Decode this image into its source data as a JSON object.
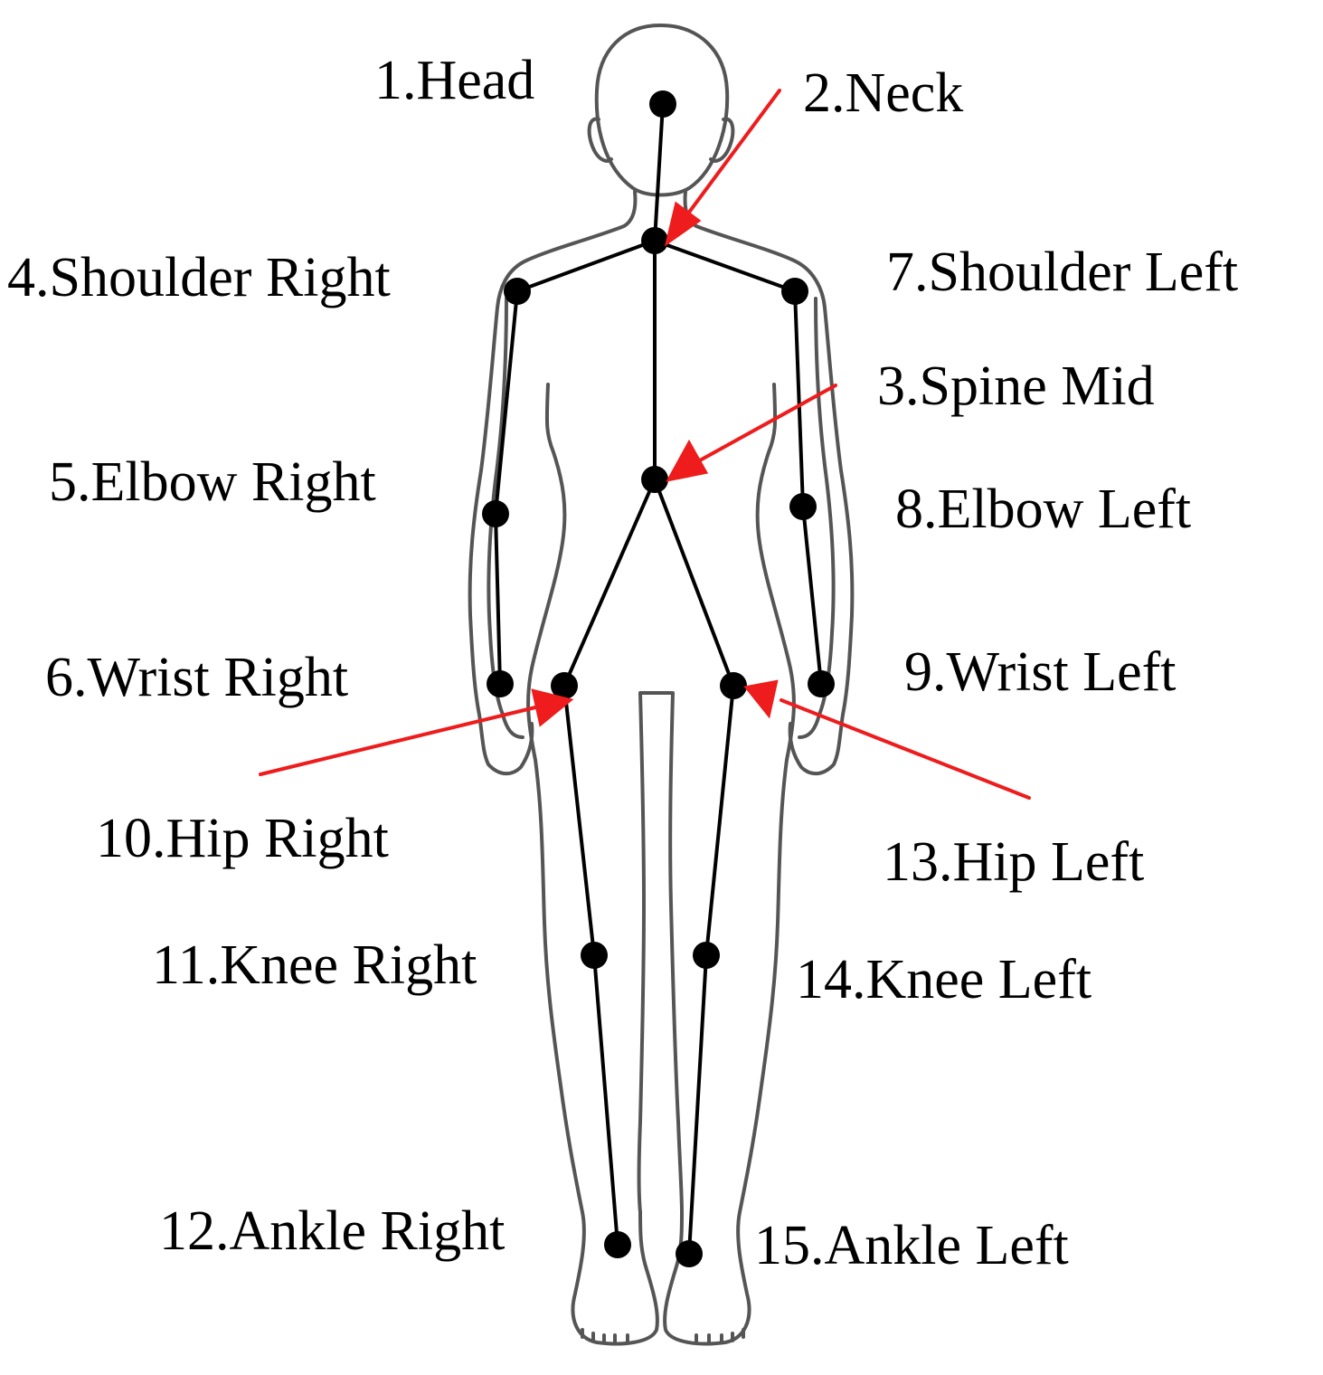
{
  "labels": {
    "head": "1.Head",
    "neck": "2.Neck",
    "spine_mid": "3.Spine Mid",
    "shoulder_right": "4.Shoulder Right",
    "elbow_right": "5.Elbow Right",
    "wrist_right": "6.Wrist Right",
    "shoulder_left": "7.Shoulder Left",
    "elbow_left": "8.Elbow Left",
    "wrist_left": "9.Wrist Left",
    "hip_right": "10.Hip Right",
    "knee_right": "11.Knee Right",
    "ankle_right": "12.Ankle Right",
    "hip_left": "13.Hip Left",
    "knee_left": "14.Knee Left",
    "ankle_left": "15.Ankle Left"
  },
  "colors": {
    "skeleton": "#000000",
    "arrow": "#ee1c1c",
    "outline": "#555555"
  }
}
